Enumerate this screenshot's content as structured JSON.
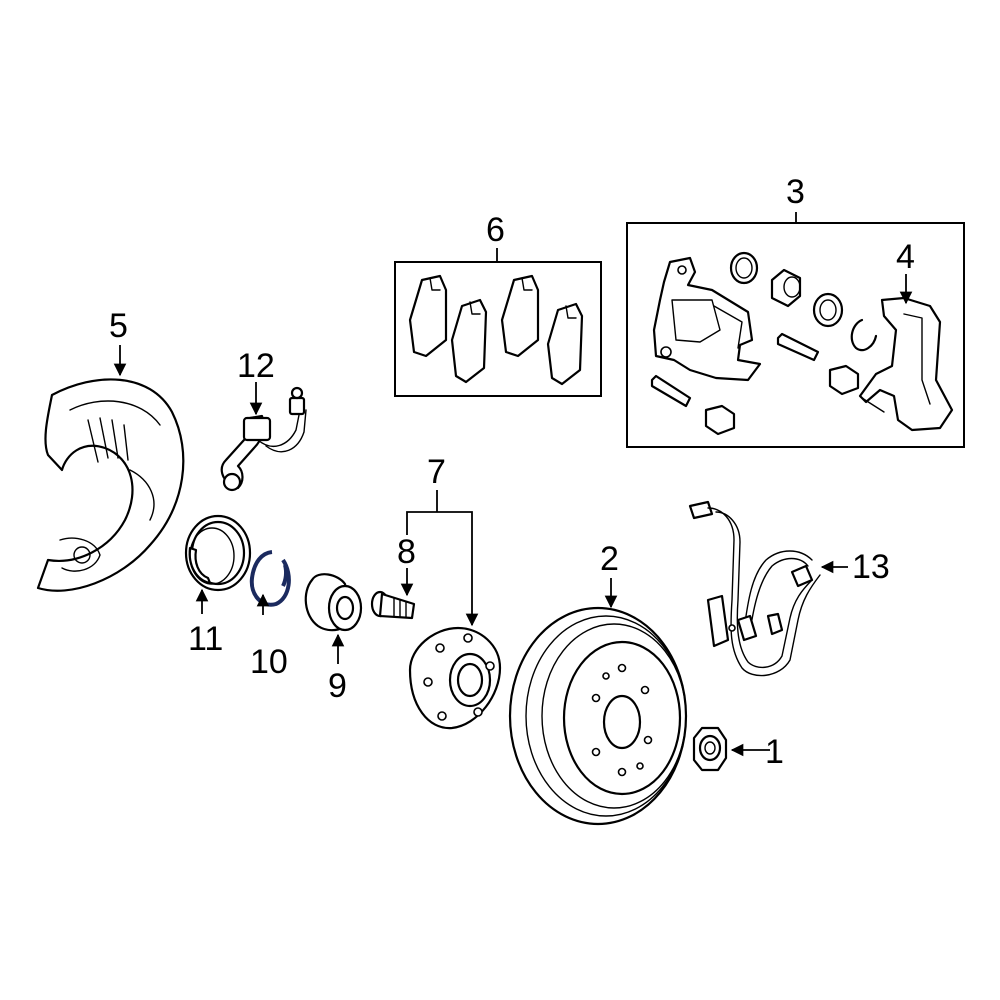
{
  "diagram": {
    "type": "exploded parts diagram",
    "highlight_color": "#1b2a5e",
    "line_color": "#000000",
    "background": "#ffffff",
    "callouts": [
      {
        "id": "1",
        "label": "1"
      },
      {
        "id": "2",
        "label": "2"
      },
      {
        "id": "3",
        "label": "3"
      },
      {
        "id": "4",
        "label": "4"
      },
      {
        "id": "5",
        "label": "5"
      },
      {
        "id": "6",
        "label": "6"
      },
      {
        "id": "7",
        "label": "7"
      },
      {
        "id": "8",
        "label": "8"
      },
      {
        "id": "9",
        "label": "9"
      },
      {
        "id": "10",
        "label": "10"
      },
      {
        "id": "11",
        "label": "11"
      },
      {
        "id": "12",
        "label": "12"
      },
      {
        "id": "13",
        "label": "13"
      }
    ],
    "highlighted_part": "10"
  }
}
